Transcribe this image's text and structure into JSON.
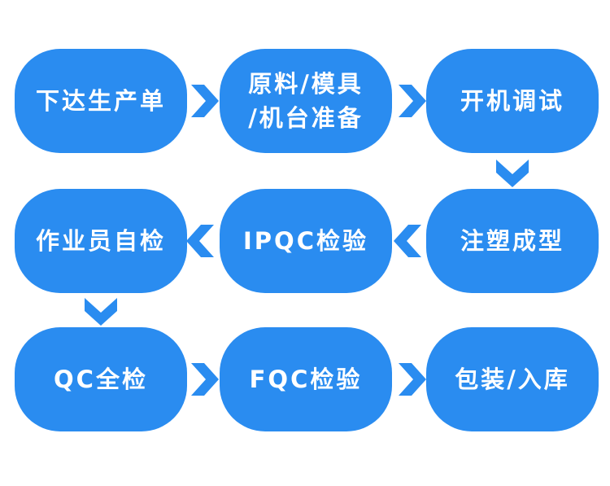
{
  "colors": {
    "node": "#2a8cf0",
    "arrow": "#2a8cf0",
    "text": "#ffffff"
  },
  "steps": [
    {
      "lines": [
        "下达生产单"
      ]
    },
    {
      "lines": [
        "原料/模具",
        "/机台准备"
      ]
    },
    {
      "lines": [
        "开机调试"
      ]
    },
    {
      "lines": [
        "注塑成型"
      ]
    },
    {
      "lines": [
        "IPQC检验"
      ]
    },
    {
      "lines": [
        "作业员自检"
      ]
    },
    {
      "lines": [
        "QC全检"
      ]
    },
    {
      "lines": [
        "FQC检验"
      ]
    },
    {
      "lines": [
        "包装/入库"
      ]
    }
  ],
  "arrows": [
    {
      "from": 0,
      "to": 1,
      "direction": "right"
    },
    {
      "from": 1,
      "to": 2,
      "direction": "right"
    },
    {
      "from": 2,
      "to": 3,
      "direction": "down"
    },
    {
      "from": 3,
      "to": 4,
      "direction": "left"
    },
    {
      "from": 4,
      "to": 5,
      "direction": "left"
    },
    {
      "from": 5,
      "to": 6,
      "direction": "down"
    },
    {
      "from": 6,
      "to": 7,
      "direction": "right"
    },
    {
      "from": 7,
      "to": 8,
      "direction": "right"
    }
  ]
}
